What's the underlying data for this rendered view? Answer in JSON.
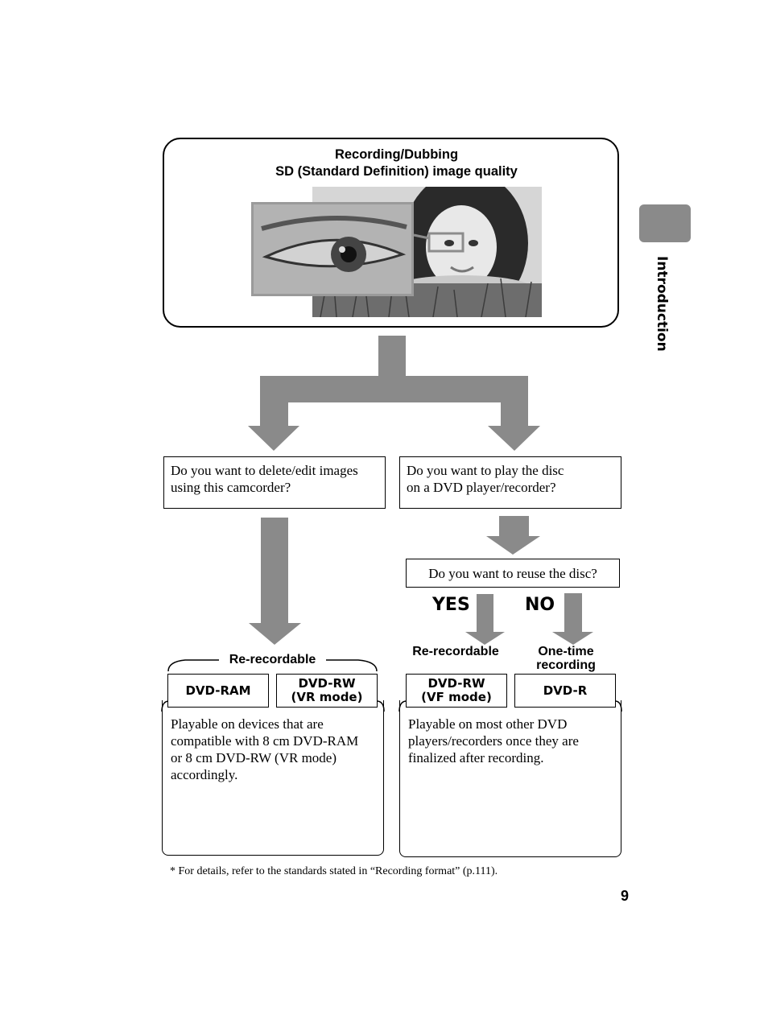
{
  "top": {
    "title_line1": "Recording/Dubbing",
    "title_line2": "SD (Standard Definition) image quality"
  },
  "questions": {
    "delete_edit": [
      "Do you want to delete/edit images",
      "using this camcorder?"
    ],
    "play_dvd": [
      "Do you want to play the disc",
      "on a DVD player/recorder?"
    ],
    "reuse": "Do you want to reuse the disc?"
  },
  "answers": {
    "yes": "YES",
    "no": "NO"
  },
  "groups": {
    "left_label": "Re-recordable",
    "right_label_1": "Re-recordable",
    "right_label_2": [
      "One-time",
      "recording"
    ]
  },
  "formats": {
    "dvd_ram": [
      "DVD-RAM"
    ],
    "dvd_rw_vr": [
      "DVD-RW",
      "(VR mode)"
    ],
    "dvd_rw_vf": [
      "DVD-RW",
      "(VF mode)"
    ],
    "dvd_r": [
      "DVD-R"
    ]
  },
  "descriptions": {
    "left": [
      "Playable on devices that are",
      "compatible with 8 cm DVD-RAM",
      "or 8 cm DVD-RW (VR mode)",
      "accordingly."
    ],
    "right": [
      "Playable on most other DVD",
      "players/recorders once they are",
      "finalized after recording."
    ]
  },
  "footnote": "* For details, refer to the standards stated in “Recording format” (p.111).",
  "page_number": "9",
  "side_tab": "Introduction",
  "colors": {
    "arrow": "#8a8a8a",
    "tab": "#8a8a8a"
  }
}
